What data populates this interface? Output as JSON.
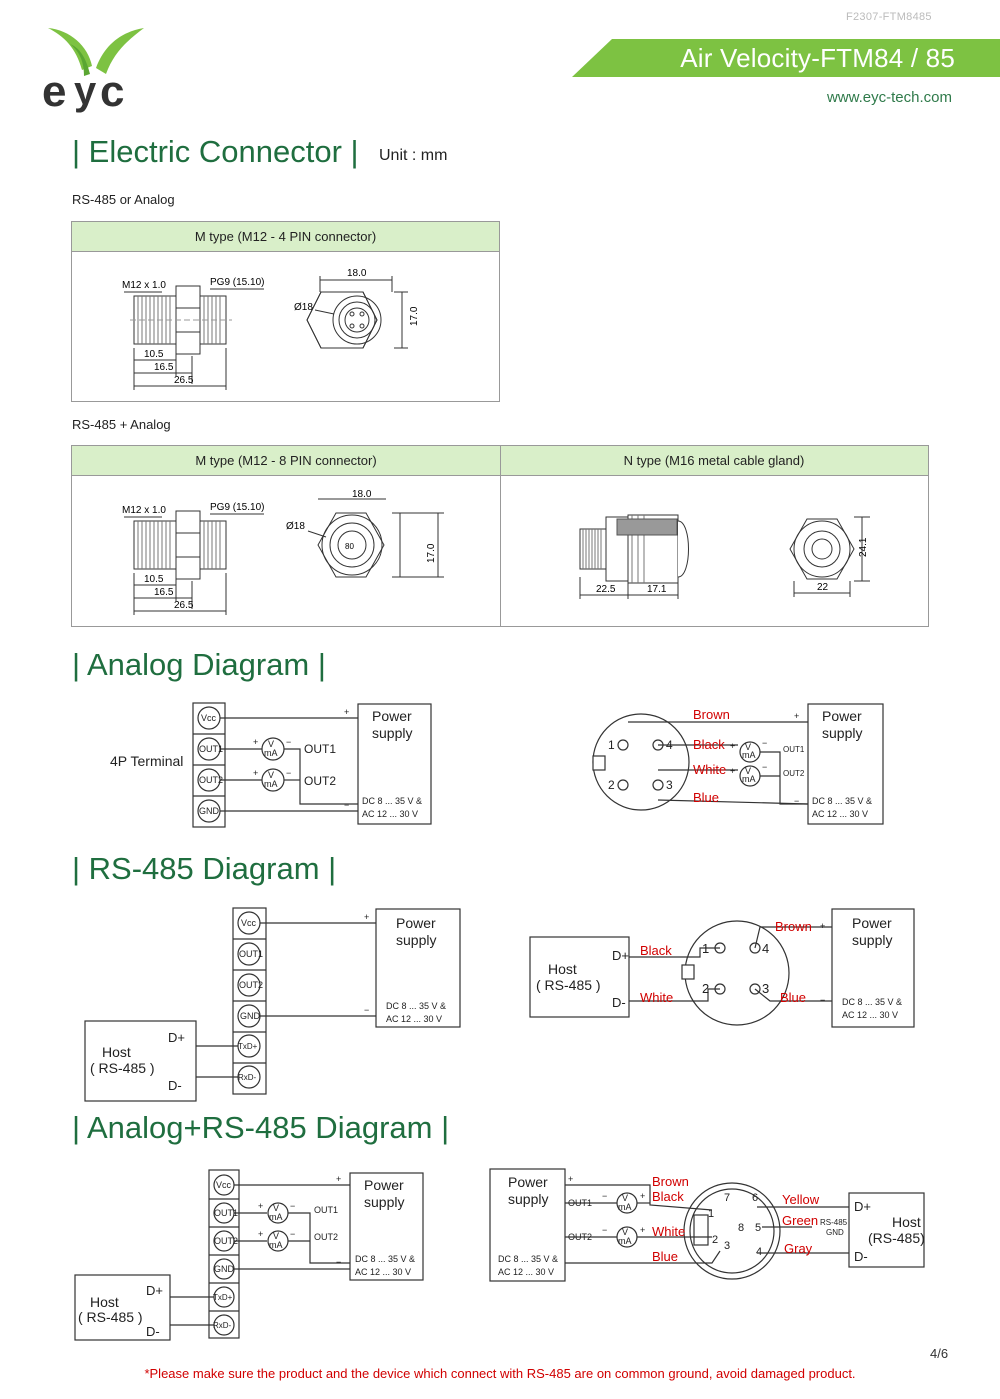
{
  "header": {
    "doc_code": "F2307-FTM8485",
    "title": "Air Velocity-FTM84 / 85",
    "website": "www.eyc-tech.com",
    "logo_text": "eyc",
    "brand_green": "#7dc242",
    "title_green": "#1f6e3f"
  },
  "electric_connector": {
    "title": "| Electric Connector |",
    "unit": "Unit : mm",
    "group1_caption": "RS-485 or Analog",
    "group1_header": "M type (M12 - 4 PIN connector)",
    "group2_caption": "RS-485 + Analog",
    "group2_header_left": "M type (M12 - 8 PIN connector)",
    "group2_header_right": "N type (M16 metal cable gland)",
    "dims": {
      "thread": "M12 x 1.0",
      "pg": "PG9 (15.10)",
      "d105": "10.5",
      "d165": "16.5",
      "d265": "26.5",
      "w180": "18.0",
      "h170": "17.0",
      "dia18": "Ø18",
      "pin8_center": "80",
      "n225": "22.5",
      "n171": "17.1",
      "n22": "22",
      "n241": "24.1"
    }
  },
  "analog": {
    "title": "| Analog Diagram |",
    "terminal_label": "4P Terminal",
    "terminals": [
      "Vcc",
      "OUT1",
      "OUT2",
      "GND"
    ],
    "out1": "OUT1",
    "out2": "OUT2",
    "meter_v": "V",
    "meter_ma": "mA",
    "plus": "+",
    "minus": "−",
    "power_l1": "Power",
    "power_l2": "supply",
    "spec1": "DC 8 ... 35 V &",
    "spec2": "AC 12 ... 30 V",
    "wire_brown": "Brown",
    "wire_black": "Black",
    "wire_white": "White",
    "wire_blue": "Blue",
    "pins": [
      "1",
      "4",
      "2",
      "3"
    ]
  },
  "rs485": {
    "title": "| RS-485 Diagram |",
    "terminals": [
      "Vcc",
      "OUT1",
      "OUT2",
      "GND",
      "TxD+",
      "RxD-"
    ],
    "host_l1": "Host",
    "host_l2": "( RS-485 )",
    "d_plus": "D+",
    "d_minus": "D-",
    "wire_brown": "Brown",
    "wire_black": "Black",
    "wire_white": "White",
    "wire_blue": "Blue"
  },
  "combo": {
    "title": "| Analog+RS-485 Diagram |",
    "wire_brown": "Brown",
    "wire_black": "Black",
    "wire_white": "White",
    "wire_blue": "Blue",
    "wire_yellow": "Yellow",
    "wire_green": "Green",
    "wire_gray": "Gray",
    "rs485_gnd_l1": "RS-485",
    "rs485_gnd_l2": "GND",
    "host_l1": "Host",
    "host_l2": "(RS-485)",
    "pins": [
      "7",
      "6",
      "1",
      "8",
      "5",
      "2",
      "3",
      "4"
    ]
  },
  "footer": {
    "page": "4/6",
    "note": "*Please make sure the product and the device which connect with RS-485 are on common ground, avoid damaged product."
  }
}
